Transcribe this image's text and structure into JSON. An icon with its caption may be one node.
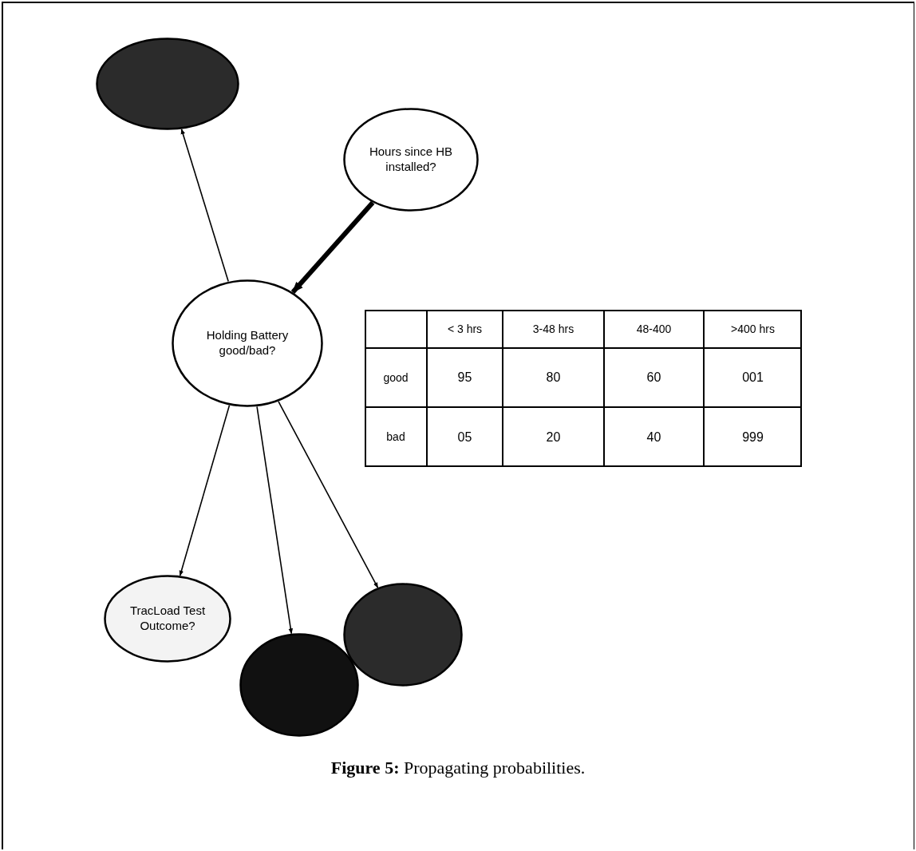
{
  "diagram": {
    "caption": "**Figure 5:** Propagating probabilities.",
    "nodes": [
      {
        "text": [],
        "shape": "ellipse"
      },
      {
        "text": [
          "Hours since HB installed?"
        ]
      },
      {
        "text": [
          "Holding Battery good/bad?"
        ]
      },
      {
        "text": [
          "TracLoad Test Outcome?"
        ]
      },
      {
        "text": [],
        "shape": "ellipse"
      },
      {
        "text": [],
        "shape": "ellipse"
      }
    ],
    "edges": [
      {
        "from": 2,
        "to": 0,
        "arrow": "to"
      },
      {
        "from": 1,
        "to": 2,
        "arrow": "to",
        "style": "thick"
      },
      {
        "from": 2,
        "to": 3,
        "arrow": "to"
      },
      {
        "from": 2,
        "to": 4,
        "arrow": "to"
      },
      {
        "from": 2,
        "to": 5,
        "arrow": "to"
      }
    ],
    "labels": [
      "< 3 hrs",
      "3-48 hrs",
      "48-400",
      ">400 hrs",
      "good",
      "95",
      "80",
      "60",
      "001",
      "bad",
      "05",
      "20",
      "40",
      "999"
    ]
  }
}
